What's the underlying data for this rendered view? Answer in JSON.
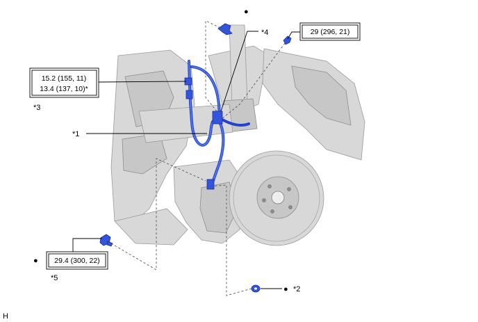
{
  "callouts": {
    "c1": "*1",
    "c2": "*2",
    "c3": "*3",
    "c4": "*4",
    "c5": "*5",
    "bullet": "●"
  },
  "torque": {
    "top_right": "29 (296, 21)",
    "left_line1": "15.2 (155, 11)",
    "left_line2": "13.4 (137, 10)*",
    "bottom_left": "29.4 (300, 22)"
  },
  "corner_code": "H",
  "colors": {
    "part_highlight": "#2244cc",
    "background_part": "#d8d8d8"
  }
}
